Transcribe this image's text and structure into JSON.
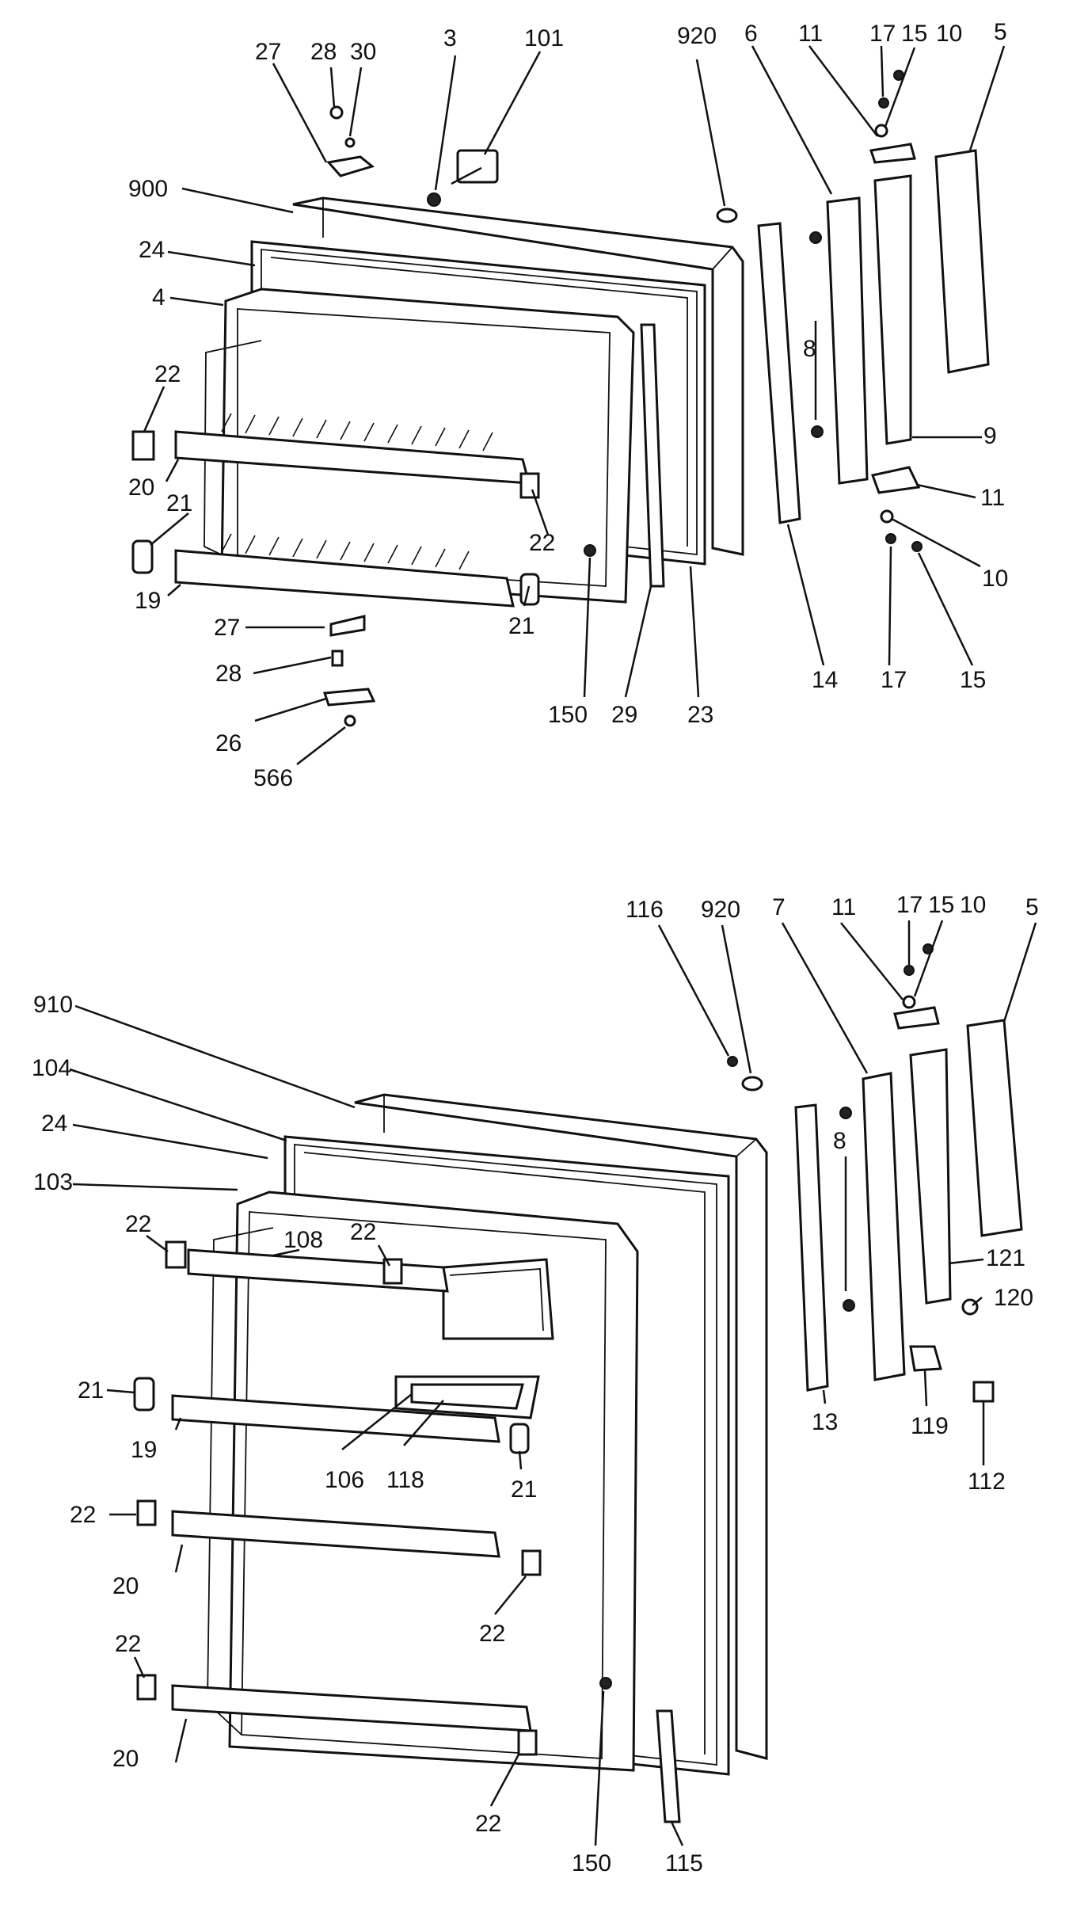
{
  "upper_door": {
    "labels": [
      "27",
      "28",
      "30",
      "3",
      "101",
      "920",
      "6",
      "11",
      "17",
      "15",
      "10",
      "5",
      "900",
      "24",
      "4",
      "22",
      "20",
      "21",
      "19",
      "27",
      "28",
      "26",
      "566",
      "150",
      "29",
      "23",
      "14",
      "17",
      "15",
      "8",
      "9",
      "11",
      "10",
      "22",
      "21"
    ]
  },
  "lower_door": {
    "labels": [
      "116",
      "920",
      "7",
      "11",
      "17",
      "15",
      "10",
      "5",
      "910",
      "104",
      "24",
      "103",
      "22",
      "108",
      "22",
      "21",
      "19",
      "106",
      "118",
      "21",
      "22",
      "20",
      "22",
      "22",
      "20",
      "22",
      "150",
      "115",
      "8",
      "13",
      "121",
      "120",
      "119",
      "112"
    ]
  }
}
